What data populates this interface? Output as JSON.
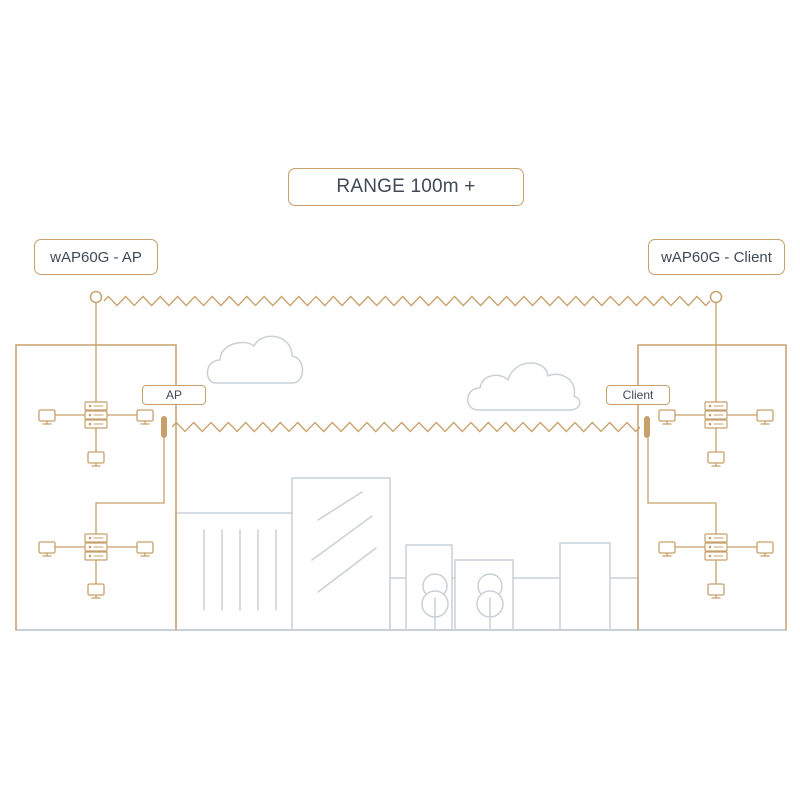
{
  "labels": {
    "range": "RANGE 100m +",
    "ap_device": "wAP60G - AP",
    "client_device": "wAP60G - Client",
    "ap_small": "AP",
    "client_small": "Client"
  },
  "colors": {
    "accent": "#c7a06b",
    "scenery": "#c9d1d8",
    "text": "#3f4a56",
    "background": "#ffffff"
  },
  "icons": {
    "network_switch": "switch-icon",
    "computer": "monitor-icon",
    "cloud": "cloud-icon",
    "tree": "tree-icon",
    "antenna": "antenna-icon"
  }
}
